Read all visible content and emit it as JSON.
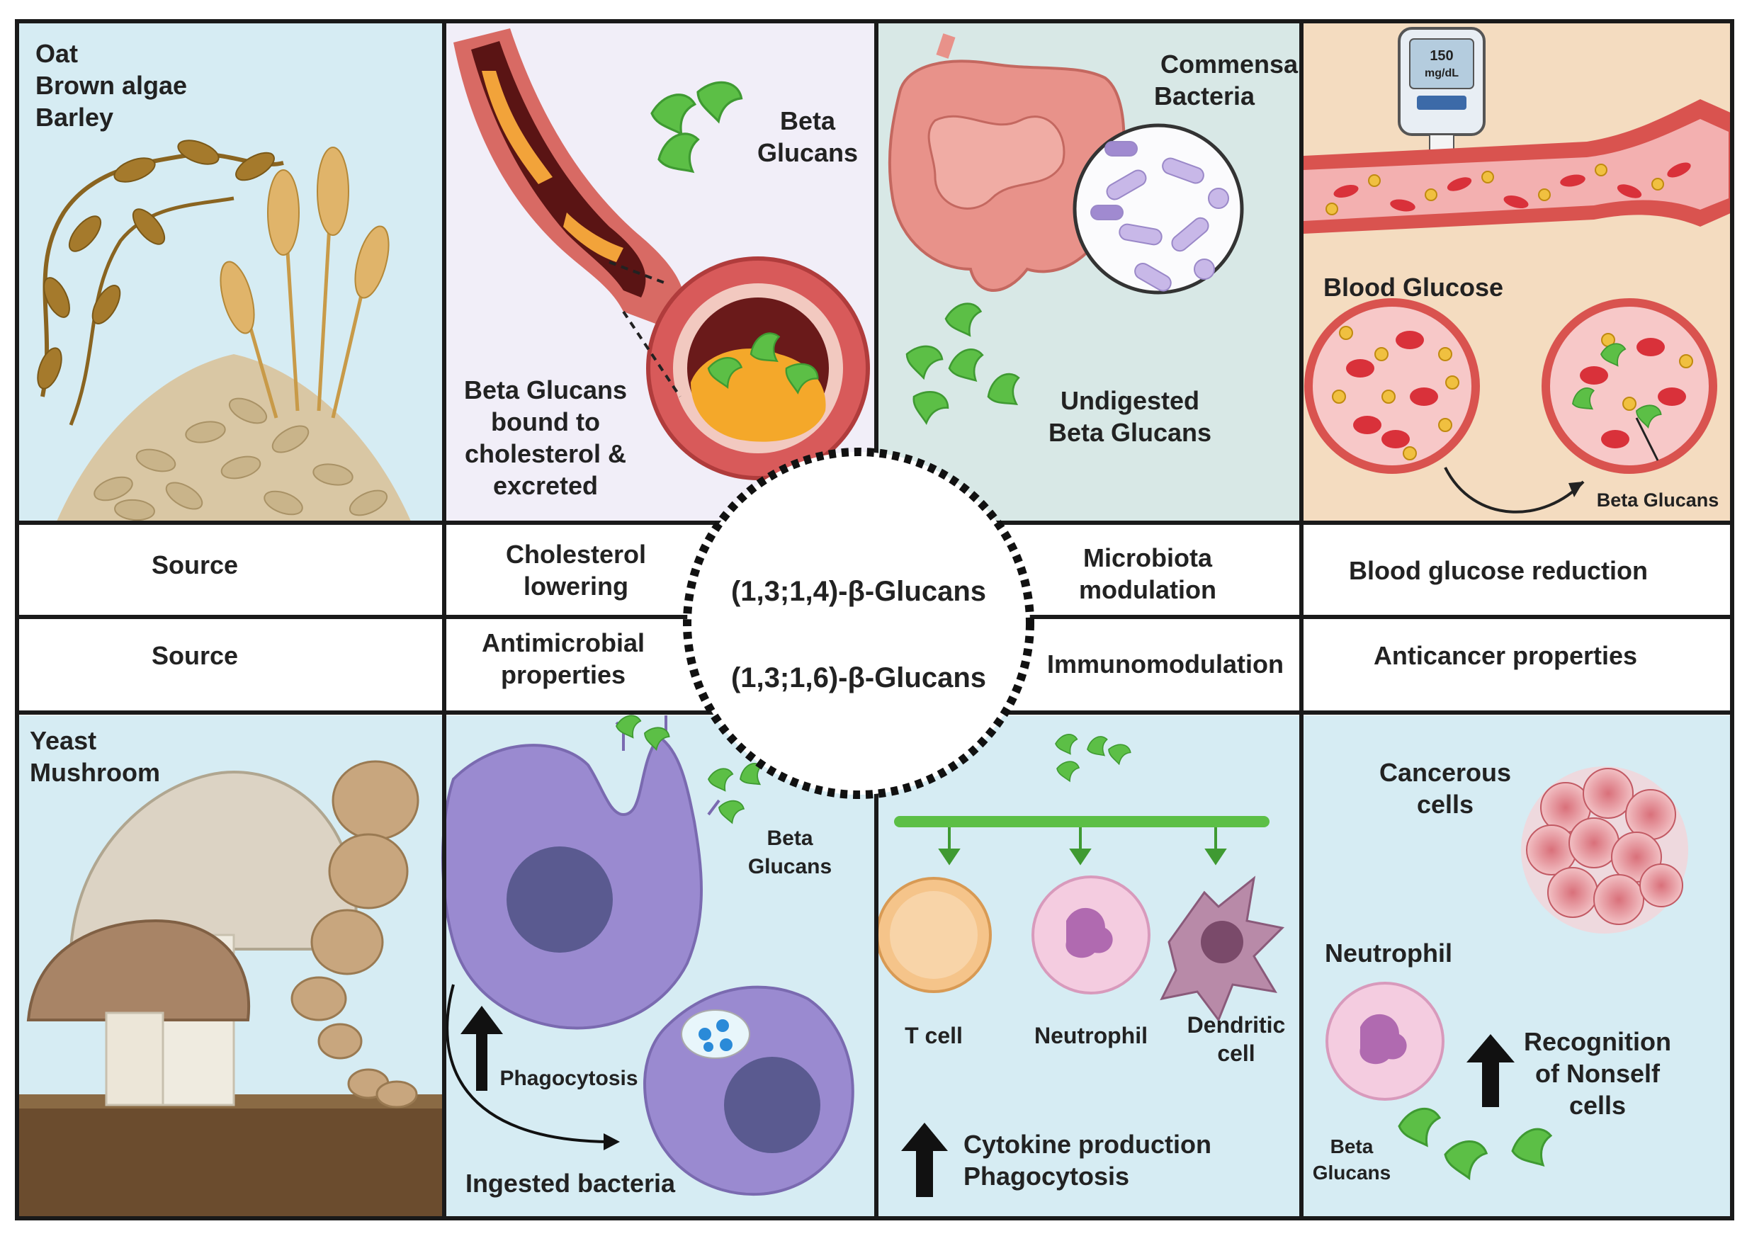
{
  "center": {
    "top_label": "(1,3;1,4)-β-Glucans",
    "bottom_label": "(1,3;1,6)-β-Glucans"
  },
  "top_row": {
    "panel1": {
      "lines": [
        "Oat",
        "Brown algae",
        "Barley"
      ],
      "caption": "Source"
    },
    "panel2": {
      "label_small": [
        "Beta",
        "Glucans"
      ],
      "label_main": [
        "Beta Glucans",
        "bound to",
        "cholesterol &",
        "excreted"
      ],
      "caption": [
        "Cholesterol",
        "lowering"
      ]
    },
    "panel3": {
      "label_top": [
        "Commensal",
        "Bacteria"
      ],
      "label_bottom": [
        "Undigested",
        "Beta Glucans"
      ],
      "caption": [
        "Microbiota",
        "modulation"
      ]
    },
    "panel4": {
      "meter_value": "150",
      "meter_unit": "mg/dL",
      "label_top": "Blood Glucose",
      "label_arrow": "Beta Glucans",
      "caption": "Blood glucose reduction"
    }
  },
  "bottom_row": {
    "panel1": {
      "lines": [
        "Yeast",
        "Mushroom"
      ],
      "caption": "Source"
    },
    "panel2": {
      "label_bg": [
        "Beta",
        "Glucans"
      ],
      "label_phago": "Phagocytosis",
      "label_ingested": "Ingested bacteria",
      "caption": [
        "Antimicrobial",
        "properties"
      ]
    },
    "panel3": {
      "cells": [
        "T cell",
        "Neutrophil"
      ],
      "dendritic": [
        "Dendritic",
        "cell"
      ],
      "effects": [
        "Cytokine production",
        "Phagocytosis"
      ],
      "caption": "Immunomodulation"
    },
    "panel4": {
      "label_cancer": [
        "Cancerous",
        "cells"
      ],
      "label_neutro": "Neutrophil",
      "label_bg": [
        "Beta",
        "Glucans"
      ],
      "label_recog": [
        "Recognition",
        "of Nonself",
        "cells"
      ],
      "caption": "Anticancer properties"
    }
  },
  "colors": {
    "border": "#1a1a1a",
    "bg_blue": "#d6ecf3",
    "bg_lavender": "#f1eef8",
    "bg_teal": "#d8e8e6",
    "bg_tan": "#f4dcc0",
    "green": "#5cbf46",
    "vessel_red": "#c84a4a",
    "purple_cell": "#9a8ad0"
  }
}
